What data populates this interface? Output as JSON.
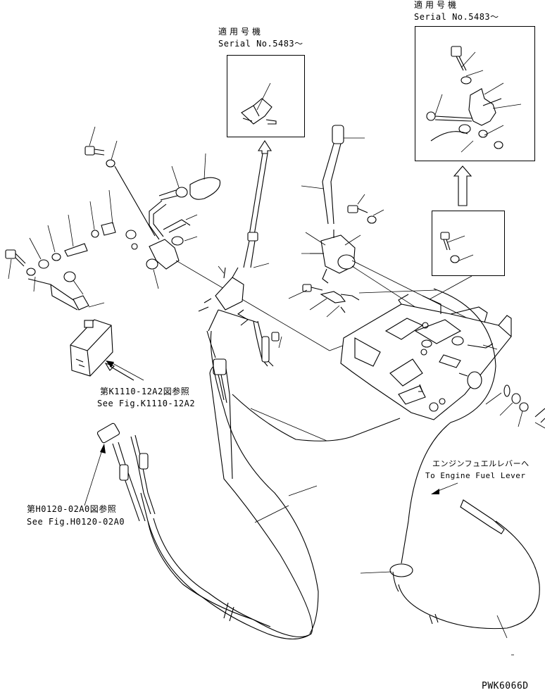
{
  "insets": {
    "top_middle": {
      "jp": "適用号機",
      "en": "Serial No.5483～"
    },
    "top_right": {
      "jp": "適用号機",
      "en": "Serial No.5483～"
    }
  },
  "refs": {
    "fig_k1110": {
      "jp": "第K1110-12A2図参照",
      "en": "See Fig.K1110-12A2"
    },
    "fig_h0120": {
      "jp": "第H0120-02A0図参照",
      "en": "See Fig.H0120-02A0"
    },
    "fuel_lever": {
      "jp": "エンジンフュエルレバーへ",
      "en": "To Engine Fuel Lever"
    }
  },
  "drawing_code": "PWK6066D",
  "colors": {
    "ink": "#000000",
    "paper": "#ffffff"
  }
}
